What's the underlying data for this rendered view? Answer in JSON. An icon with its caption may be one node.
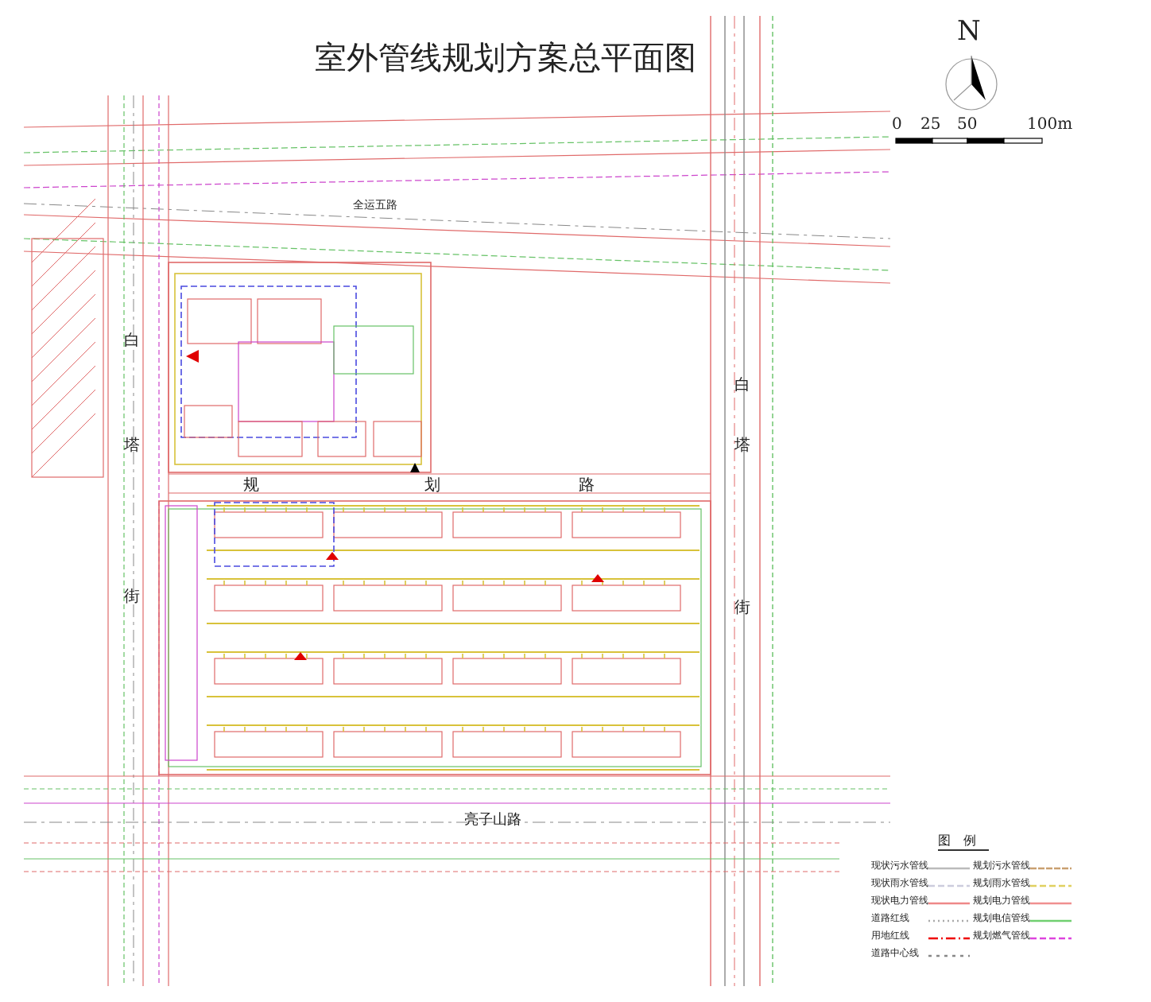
{
  "diagram": {
    "title": "室外管线规划方案总平面图",
    "labels": [
      "N",
      "0",
      "25",
      "50",
      "100m",
      "全运五路",
      "白",
      "塔",
      "街",
      "白",
      "塔",
      "街",
      "规",
      "划",
      "路",
      "亮子山路",
      "图例"
    ],
    "legend": [
      {
        "text": "现状污水管线"
      },
      {
        "text": "现状雨水管线"
      },
      {
        "text": "现状电力管线"
      },
      {
        "text": "道路红线"
      },
      {
        "text": "用地红线"
      },
      {
        "text": "道路中心线"
      },
      {
        "text": "规划污水管线"
      },
      {
        "text": "规划雨水管线"
      },
      {
        "text": "规划电力管线"
      },
      {
        "text": "规划电信管线"
      },
      {
        "text": "规划燃气管线"
      }
    ]
  }
}
